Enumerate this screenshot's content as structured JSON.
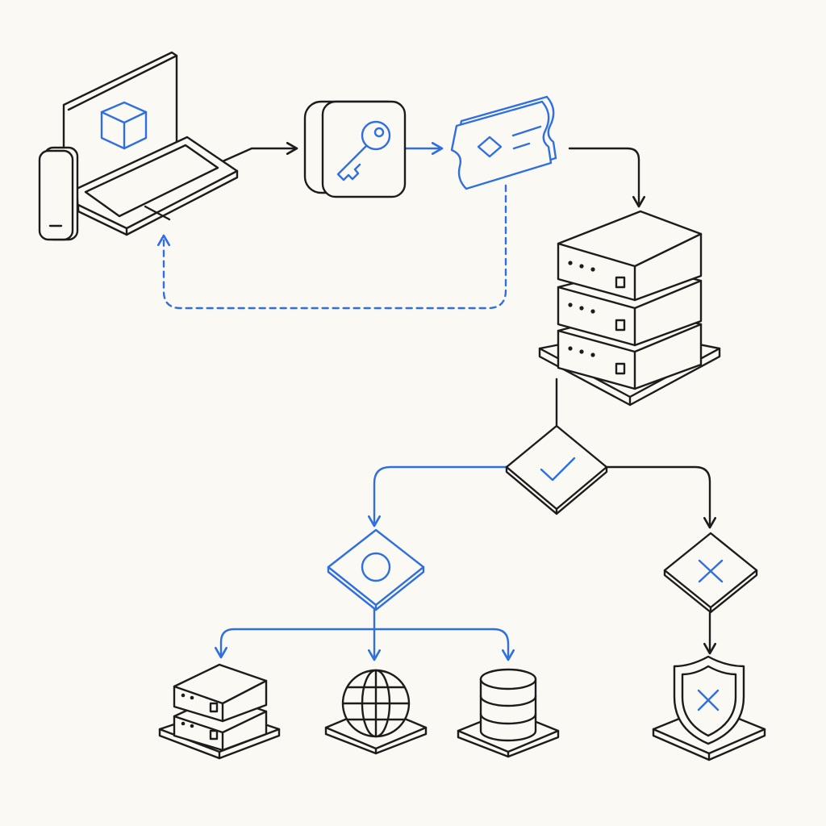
{
  "colors": {
    "ink": "#1c1c1c",
    "accent": "#2f6fdf",
    "background": "#fbf9f4"
  },
  "nodes": [
    {
      "id": "client-devices",
      "icons": [
        "laptop-icon",
        "smartphone-icon",
        "cube-icon"
      ]
    },
    {
      "id": "key-vault",
      "icons": [
        "key-icon"
      ]
    },
    {
      "id": "access-token",
      "icons": [
        "ticket-icon"
      ]
    },
    {
      "id": "auth-server",
      "icons": [
        "server-stack-icon"
      ]
    },
    {
      "id": "validation-gate",
      "icons": [
        "checkmark-icon"
      ]
    },
    {
      "id": "allow-router",
      "icons": [
        "circle-icon"
      ]
    },
    {
      "id": "deny-gate",
      "icons": [
        "x-icon"
      ]
    },
    {
      "id": "resource-server",
      "icons": [
        "server-icon"
      ]
    },
    {
      "id": "resource-web",
      "icons": [
        "globe-icon"
      ]
    },
    {
      "id": "resource-database",
      "icons": [
        "database-icon"
      ]
    },
    {
      "id": "blocked-shield",
      "icons": [
        "shield-x-icon"
      ]
    }
  ],
  "edges": [
    {
      "from": "client-devices",
      "to": "key-vault",
      "style": "solid",
      "color": "ink"
    },
    {
      "from": "key-vault",
      "to": "access-token",
      "style": "solid",
      "color": "accent"
    },
    {
      "from": "access-token",
      "to": "auth-server",
      "style": "solid",
      "color": "ink"
    },
    {
      "from": "access-token",
      "to": "client-devices",
      "style": "dashed",
      "color": "accent"
    },
    {
      "from": "auth-server",
      "to": "validation-gate",
      "style": "solid",
      "color": "ink"
    },
    {
      "from": "validation-gate",
      "to": "allow-router",
      "style": "solid",
      "color": "accent"
    },
    {
      "from": "validation-gate",
      "to": "deny-gate",
      "style": "solid",
      "color": "ink"
    },
    {
      "from": "allow-router",
      "to": "resource-server",
      "style": "solid",
      "color": "accent"
    },
    {
      "from": "allow-router",
      "to": "resource-web",
      "style": "solid",
      "color": "accent"
    },
    {
      "from": "allow-router",
      "to": "resource-database",
      "style": "solid",
      "color": "accent"
    },
    {
      "from": "deny-gate",
      "to": "blocked-shield",
      "style": "solid",
      "color": "ink"
    }
  ]
}
